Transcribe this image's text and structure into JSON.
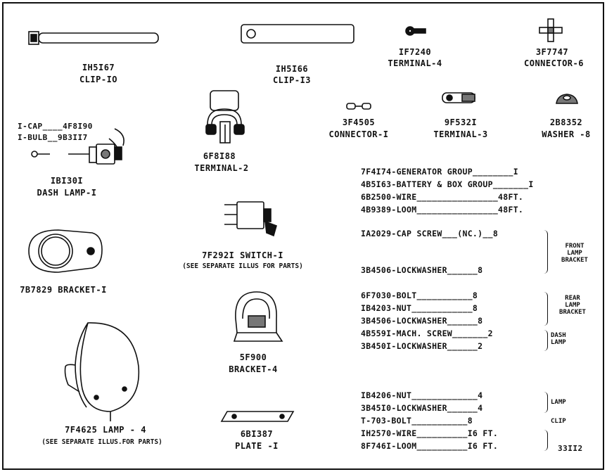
{
  "parts": {
    "clip10": {
      "num": "IH5I67",
      "name": "CLIP-IO"
    },
    "clip13": {
      "num": "IH5I66",
      "name": "CLIP-I3"
    },
    "terminal4": {
      "num": "IF7240",
      "name": "TERMINAL-4"
    },
    "connector6": {
      "num": "3F7747",
      "name": "CONNECTOR-6"
    },
    "terminal2": {
      "num": "6F8I88",
      "name": "TERMINAL-2"
    },
    "connector1": {
      "num": "3F4505",
      "name": "CONNECTOR-I"
    },
    "terminal3": {
      "num": "9F532I",
      "name": "TERMINAL-3"
    },
    "washer8": {
      "num": "2B8352",
      "name": "WASHER -8"
    },
    "dashlamp": {
      "cap": "I-CAP____4F8I90",
      "bulb": "I-BULB__9B3II7",
      "num": "IBI30I",
      "name": "DASH LAMP-I"
    },
    "switch1": {
      "name": "7F292I SWITCH-I",
      "note": "(SEE SEPARATE ILLUS FOR PARTS)"
    },
    "bracket1": {
      "name": "7B7829 BRACKET-I"
    },
    "bracket4": {
      "num": "5F900",
      "name": "BRACKET-4"
    },
    "lamp4": {
      "name": "7F4625 LAMP - 4",
      "note": "(SEE SEPARATE ILLUS.FOR PARTS)"
    },
    "plate1": {
      "num": "6BI387",
      "name": "PLATE -I"
    }
  },
  "list": {
    "group1": [
      "7F4I74-GENERATOR GROUP________I",
      "4B5I63-BATTERY & BOX GROUP_______I",
      "6B2500-WIRE________________48FT.",
      "4B9389-LOOM________________48FT."
    ],
    "front_lamp": {
      "rows": [
        "IA2029-CAP SCREW___(NC.)__8",
        "3B4506-LOCKWASHER______8"
      ],
      "label": [
        "FRONT",
        "LAMP",
        "BRACKET"
      ]
    },
    "rear_lamp": {
      "rows": [
        "6F7030-BOLT___________8",
        "IB4203-NUT____________8",
        "3B4506-LOCKWASHER______8"
      ],
      "label": [
        "REAR",
        "LAMP",
        "BRACKET"
      ]
    },
    "dash_lamp": {
      "rows": [
        "4B559I-MACH. SCREW_______2",
        "3B450I-LOCKWASHER______2"
      ],
      "label": [
        "DASH",
        "LAMP"
      ]
    },
    "lamp": {
      "rows": [
        "IB4206-NUT_____________4",
        "3B45I0-LOCKWASHER______4"
      ],
      "label": "LAMP"
    },
    "clip": {
      "row": "T-703-BOLT___________8",
      "label": "CLIP"
    },
    "wires": {
      "rows": [
        "IH2570-WIRE__________I6 FT.",
        "8F746I-LOOM__________I6 FT."
      ]
    }
  },
  "figure_number": "33II2"
}
